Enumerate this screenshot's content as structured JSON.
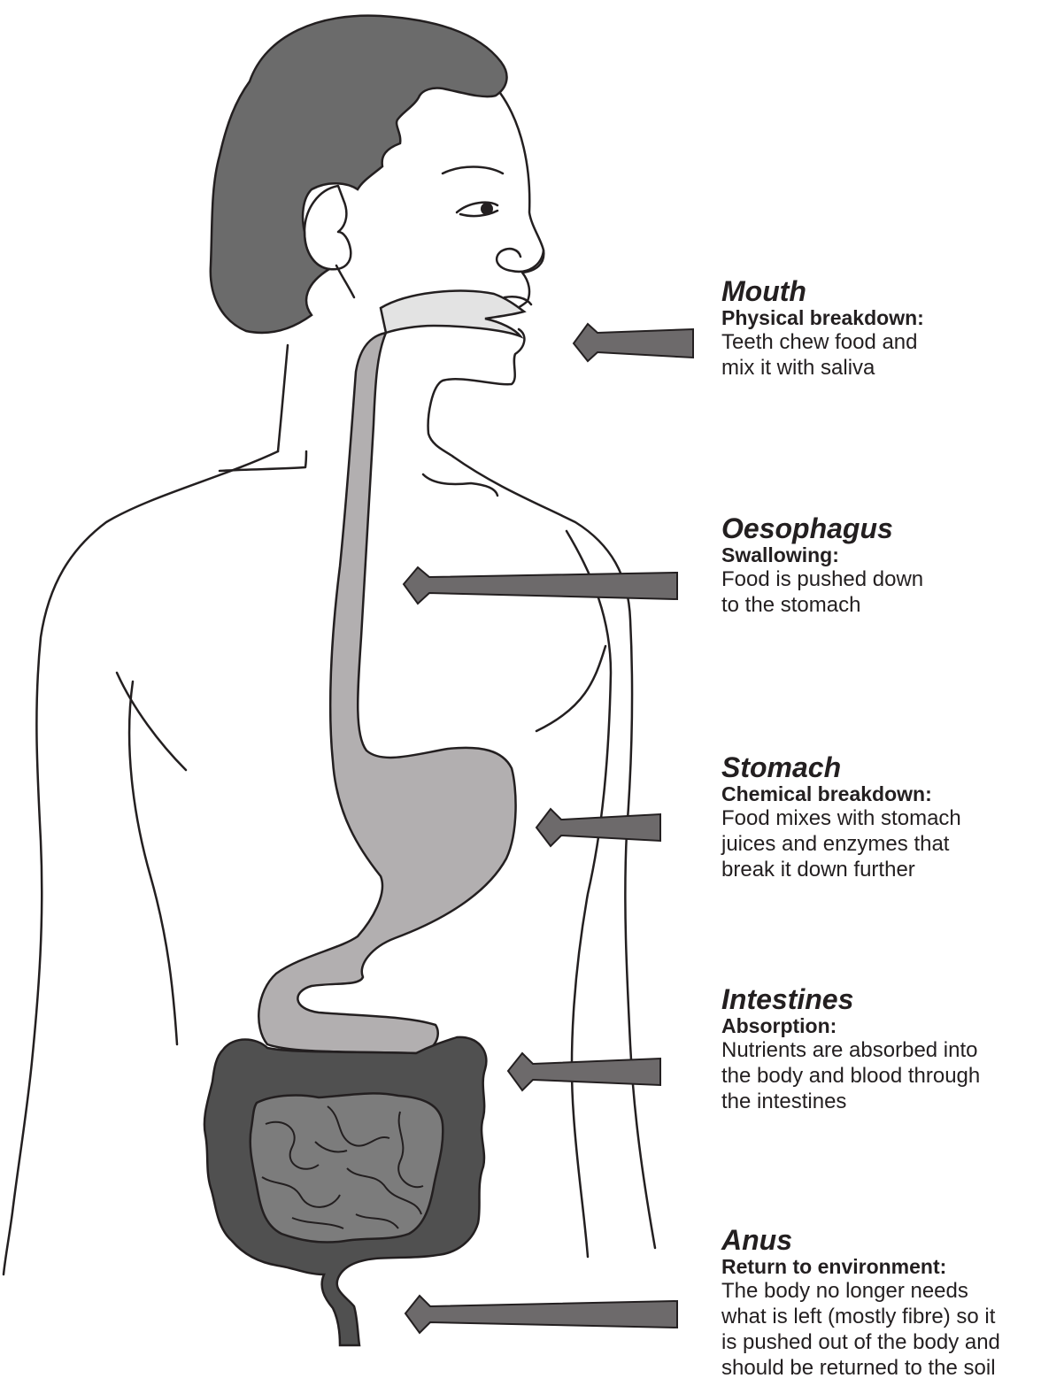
{
  "colors": {
    "outline": "#231f20",
    "hair": "#6b6b6b",
    "gut_light": "#e3e3e3",
    "gut_mid": "#b2afb0",
    "colon_dark": "#505050",
    "small_intestine": "#7c7c7c",
    "arrow": "#6d6a6b"
  },
  "labels": [
    {
      "name": "Mouth",
      "step": "Physical breakdown:",
      "desc": [
        "Teeth chew food and",
        "mix it with saliva"
      ]
    },
    {
      "name": "Oesophagus",
      "step": "Swallowing:",
      "desc": [
        "Food is pushed down",
        "to the stomach"
      ]
    },
    {
      "name": "Stomach",
      "step": "Chemical breakdown:",
      "desc": [
        "Food mixes with stomach",
        "juices and enzymes that",
        "break it down further"
      ]
    },
    {
      "name": "Intestines",
      "step": "Absorption:",
      "desc": [
        "Nutrients are absorbed into",
        "the body and blood through",
        "the intestines"
      ]
    },
    {
      "name": "Anus",
      "step": "Return to environment:",
      "desc": [
        "The body no longer needs",
        "what is left (mostly fibre) so it",
        "is pushed out of the body and",
        "should be returned to the soil"
      ]
    }
  ]
}
